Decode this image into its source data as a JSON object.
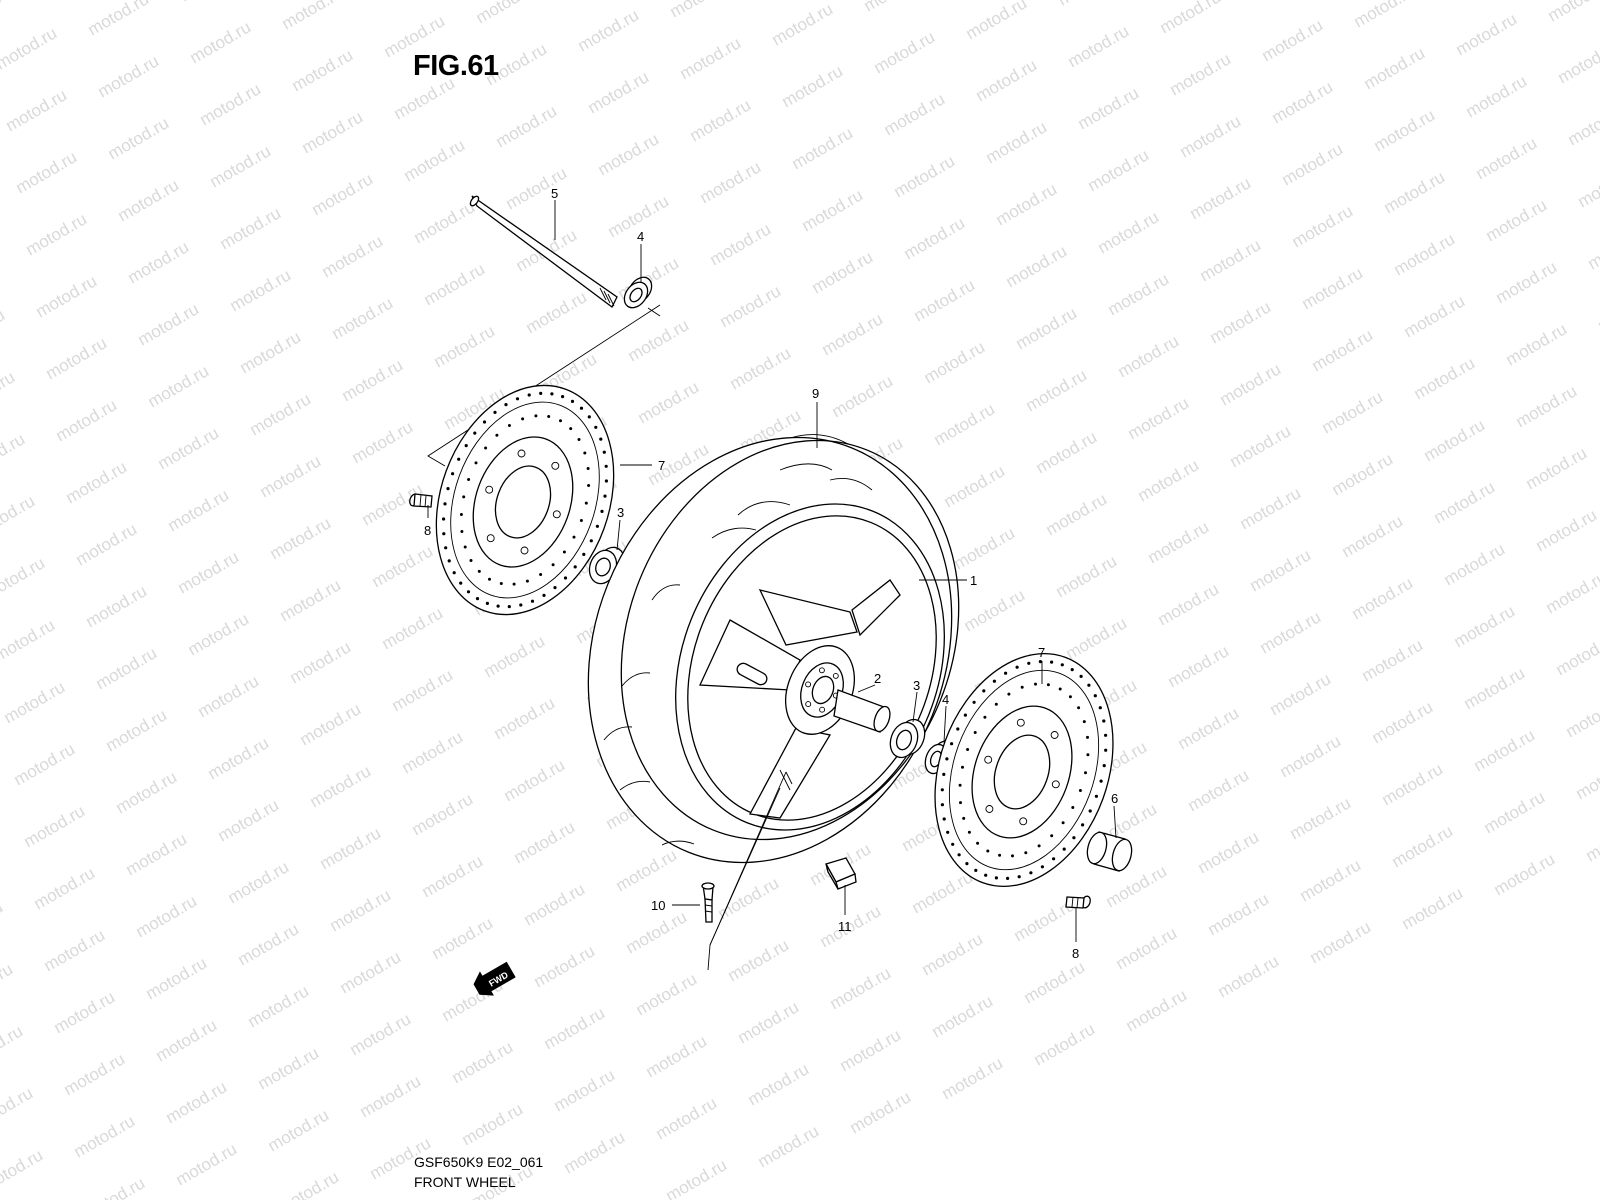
{
  "figure": {
    "title": "FIG.61",
    "code": "GSF650K9 E02_061",
    "name": "FRONT WHEEL"
  },
  "watermark": "motod.ru",
  "direction_badge": "FWD",
  "callouts": {
    "c1": "1",
    "c2": "2",
    "c3_left": "3",
    "c3_right": "3",
    "c4_top": "4",
    "c4_right": "4",
    "c5": "5",
    "c6": "6",
    "c7_left": "7",
    "c7_right": "7",
    "c8_left": "8",
    "c8_right": "8",
    "c9": "9",
    "c10": "10",
    "c11": "11"
  },
  "colors": {
    "ink": "#000000",
    "paper": "#ffffff",
    "watermark": "#d9d9d9"
  }
}
